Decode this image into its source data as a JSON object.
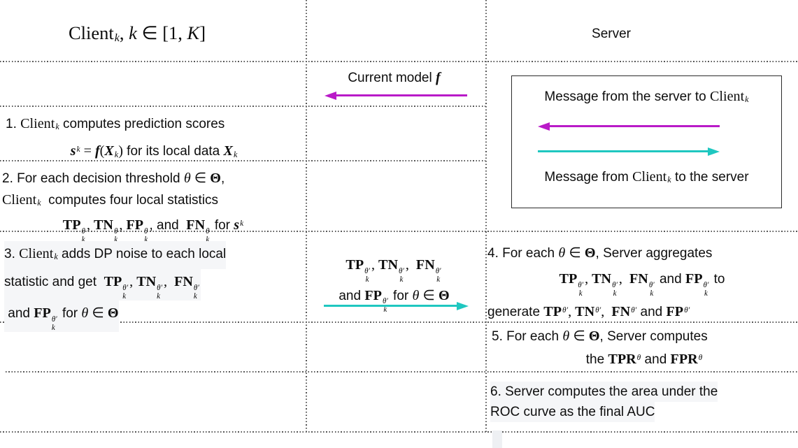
{
  "palette": {
    "magenta": "#b91ac8",
    "cyan": "#1fc7c0",
    "grid_line": "#565656",
    "text": "#0d0d0d",
    "box_border": "#2b2b2b",
    "highlight": "#f5f6f8"
  },
  "headers": {
    "client": [
      {
        "t": "Client",
        "k": "rm",
        "sub": "k"
      },
      {
        "t": ", ",
        "k": "rm"
      },
      {
        "t": "k",
        "k": "it"
      },
      {
        "t": " ∈ ",
        "k": "rm"
      },
      {
        "t": "[1, ",
        "k": "rm"
      },
      {
        "t": "K",
        "k": "it"
      },
      {
        "t": "]",
        "k": "rm"
      }
    ],
    "server": "Server"
  },
  "legend": {
    "server_to_client": [
      {
        "t": "Message from the server to ",
        "k": "sans"
      },
      {
        "t": "Client",
        "k": "rm",
        "sub": "k"
      }
    ],
    "client_to_server": [
      {
        "t": "Message from ",
        "k": "sans"
      },
      {
        "t": "Client",
        "k": "rm",
        "sub": "k"
      },
      {
        "t": " to the server",
        "k": "sans"
      }
    ]
  },
  "messages": {
    "current_model": {
      "direction": "server-to-client",
      "label": [
        {
          "t": "Current model ",
          "k": "sans"
        },
        {
          "t": "f",
          "k": "bi"
        }
      ]
    },
    "client_stats": {
      "direction": "client-to-server",
      "lines": [
        [
          {
            "t": "TP",
            "k": "bf",
            "sub": "k",
            "sup": "θ′"
          },
          {
            "t": ", ",
            "k": "rm"
          },
          {
            "t": "TN",
            "k": "bf",
            "sub": "k",
            "sup": "θ′"
          },
          {
            "t": ",  ",
            "k": "rm"
          },
          {
            "t": "FN",
            "k": "bf",
            "sub": "k",
            "sup": "θ′"
          }
        ],
        [
          {
            "t": "and ",
            "k": "sans"
          },
          {
            "t": "FP",
            "k": "bf",
            "sub": "k",
            "sup": "θ′"
          },
          {
            "t": " for ",
            "k": "sans"
          },
          {
            "t": "θ",
            "k": "it"
          },
          {
            "t": " ∈ ",
            "k": "rm"
          },
          {
            "t": "Θ",
            "k": "bf"
          }
        ]
      ]
    }
  },
  "steps": [
    {
      "id": "1",
      "actor": "client",
      "lines": [
        [
          {
            "t": "1. ",
            "k": "sans"
          },
          {
            "t": "Client",
            "k": "rm",
            "sub": "k"
          },
          {
            "t": " computes prediction scores",
            "k": "sans"
          }
        ],
        [
          {
            "t": "s",
            "k": "bi",
            "sup": "k"
          },
          {
            "t": " = ",
            "k": "rm"
          },
          {
            "t": "f",
            "k": "bi"
          },
          {
            "t": "(",
            "k": "rm"
          },
          {
            "t": "X",
            "k": "bi",
            "sub": "k"
          },
          {
            "t": ")",
            "k": "rm"
          },
          {
            "t": " for its local data ",
            "k": "sans"
          },
          {
            "t": "X",
            "k": "bi",
            "sub": "k"
          }
        ]
      ]
    },
    {
      "id": "2",
      "actor": "client",
      "lines": [
        [
          {
            "t": "2. For each decision threshold ",
            "k": "sans"
          },
          {
            "t": "θ",
            "k": "it"
          },
          {
            "t": " ∈ ",
            "k": "rm"
          },
          {
            "t": "Θ",
            "k": "bf"
          },
          {
            "t": ",",
            "k": "sans"
          }
        ],
        [
          {
            "t": "Client",
            "k": "rm",
            "sub": "k"
          },
          {
            "t": "  computes four local statistics",
            "k": "sans"
          }
        ],
        [
          {
            "t": "TP",
            "k": "bf",
            "sub": "k",
            "sup": "θ"
          },
          {
            "t": ", ",
            "k": "rm"
          },
          {
            "t": "TN",
            "k": "bf",
            "sub": "k",
            "sup": "θ"
          },
          {
            "t": ", ",
            "k": "rm"
          },
          {
            "t": "FP",
            "k": "bf",
            "sub": "k",
            "sup": "θ"
          },
          {
            "t": ", and  ",
            "k": "sans"
          },
          {
            "t": "FN",
            "k": "bf",
            "sub": "k",
            "sup": "θ"
          },
          {
            "t": " for ",
            "k": "sans"
          },
          {
            "t": "s",
            "k": "bi",
            "sup": "k"
          }
        ]
      ]
    },
    {
      "id": "3",
      "actor": "client",
      "lines": [
        [
          {
            "t": "3. ",
            "k": "sans"
          },
          {
            "t": "Client",
            "k": "rm",
            "sub": "k"
          },
          {
            "t": " adds DP noise to each local",
            "k": "sans"
          }
        ],
        [
          {
            "t": "statistic and get  ",
            "k": "sans"
          },
          {
            "t": "TP",
            "k": "bf",
            "sub": "k",
            "sup": "θ′"
          },
          {
            "t": ", ",
            "k": "rm"
          },
          {
            "t": "TN",
            "k": "bf",
            "sub": "k",
            "sup": "θ′"
          },
          {
            "t": ",  ",
            "k": "rm"
          },
          {
            "t": "FN",
            "k": "bf",
            "sub": "k",
            "sup": "θ′"
          }
        ],
        [
          {
            "t": " and ",
            "k": "sans"
          },
          {
            "t": "FP",
            "k": "bf",
            "sub": "k",
            "sup": "θ′"
          },
          {
            "t": " for ",
            "k": "sans"
          },
          {
            "t": "θ",
            "k": "it"
          },
          {
            "t": " ∈ ",
            "k": "rm"
          },
          {
            "t": "Θ",
            "k": "bf"
          }
        ]
      ]
    },
    {
      "id": "4",
      "actor": "server",
      "lines": [
        [
          {
            "t": "4. For each ",
            "k": "sans"
          },
          {
            "t": "θ",
            "k": "it"
          },
          {
            "t": " ∈ ",
            "k": "rm"
          },
          {
            "t": "Θ",
            "k": "bf"
          },
          {
            "t": ", Server aggregates",
            "k": "sans"
          }
        ],
        [
          {
            "t": "TP",
            "k": "bf",
            "sub": "k",
            "sup": "θ′"
          },
          {
            "t": ", ",
            "k": "rm"
          },
          {
            "t": "TN",
            "k": "bf",
            "sub": "k",
            "sup": "θ′"
          },
          {
            "t": ",  ",
            "k": "rm"
          },
          {
            "t": "FN",
            "k": "bf",
            "sub": "k",
            "sup": "θ′"
          },
          {
            "t": " and ",
            "k": "sans"
          },
          {
            "t": "FP",
            "k": "bf",
            "sub": "k",
            "sup": "θ′"
          },
          {
            "t": " to",
            "k": "sans"
          }
        ],
        [
          {
            "t": "generate ",
            "k": "sans"
          },
          {
            "t": "TP",
            "k": "bf",
            "sup": "θ′"
          },
          {
            "t": ", ",
            "k": "rm"
          },
          {
            "t": "TN",
            "k": "bf",
            "sup": "θ′"
          },
          {
            "t": ",  ",
            "k": "rm"
          },
          {
            "t": "FN",
            "k": "bf",
            "sup": "θ′"
          },
          {
            "t": " and ",
            "k": "sans"
          },
          {
            "t": "FP",
            "k": "bf",
            "sup": "θ′"
          }
        ]
      ]
    },
    {
      "id": "5",
      "actor": "server",
      "lines": [
        [
          {
            "t": "5. For each ",
            "k": "sans"
          },
          {
            "t": "θ",
            "k": "it"
          },
          {
            "t": " ∈ ",
            "k": "rm"
          },
          {
            "t": "Θ",
            "k": "bf"
          },
          {
            "t": ", Server computes",
            "k": "sans"
          }
        ],
        [
          {
            "t": "the ",
            "k": "sans"
          },
          {
            "t": "TPR",
            "k": "bf",
            "sup": "θ"
          },
          {
            "t": " and ",
            "k": "sans"
          },
          {
            "t": "FPR",
            "k": "bf",
            "sup": "θ"
          }
        ]
      ]
    },
    {
      "id": "6",
      "actor": "server",
      "lines": [
        [
          {
            "t": "6. Server computes the area under the",
            "k": "sans"
          }
        ],
        [
          {
            "t": "ROC curve as the final AUC",
            "k": "sans"
          }
        ]
      ]
    }
  ]
}
